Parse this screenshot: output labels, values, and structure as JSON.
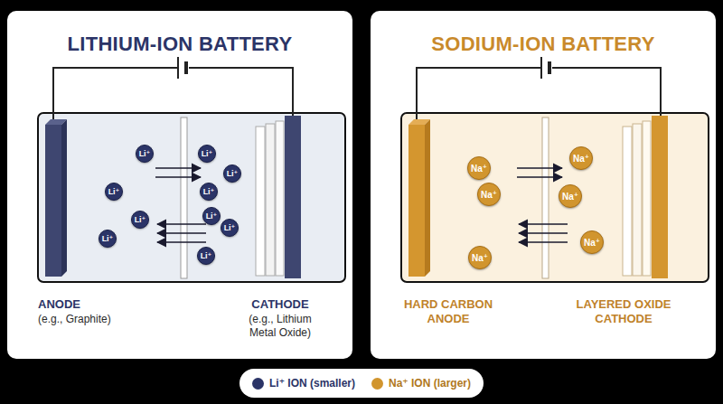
{
  "diagram": {
    "nodes": [
      {
        "text": [
          "LITHIUM-ION BATTERY"
        ]
      },
      {
        "text": [
          "Li⁺"
        ],
        "in": 0
      },
      {
        "text": [
          "Li⁺"
        ],
        "in": 0
      },
      {
        "text": [
          "Li⁺"
        ],
        "in": 0
      },
      {
        "text": [
          "Li⁺"
        ],
        "in": 0
      },
      {
        "text": [
          "Li⁺"
        ],
        "in": 0
      },
      {
        "text": [
          "Li⁺"
        ],
        "in": 0
      },
      {
        "text": [
          "Li⁺"
        ],
        "in": 0
      },
      {
        "text": [
          "Li⁺"
        ],
        "in": 0
      },
      {
        "text": [
          "Li⁺"
        ],
        "in": 0
      },
      {
        "text": [
          "Li⁺"
        ],
        "in": 0
      },
      {
        "text": [
          "SODIUM-ION BATTERY"
        ]
      },
      {
        "text": [
          "Na⁺"
        ],
        "in": 11
      },
      {
        "text": [
          "Na⁺"
        ],
        "in": 11
      },
      {
        "text": [
          "Na⁺"
        ],
        "in": 11
      },
      {
        "text": [
          "Na⁺"
        ],
        "in": 11
      },
      {
        "text": [
          "Na⁺"
        ],
        "in": 11
      },
      {
        "text": [
          "Na⁺"
        ],
        "in": 11
      }
    ],
    "labels": [
      "ANODE",
      "(e.g., Graphite)",
      "CATHODE",
      "(e.g., Lithium Metal Oxide)",
      "HARD CARBON ANODE",
      "LAYERED OXIDE CATHODE"
    ],
    "legend": [
      {
        "text": "Li⁺ ION (smaller)",
        "color": "#2b3467"
      },
      {
        "text": "Na⁺ ION (larger)",
        "color": "#d1952e"
      }
    ]
  }
}
